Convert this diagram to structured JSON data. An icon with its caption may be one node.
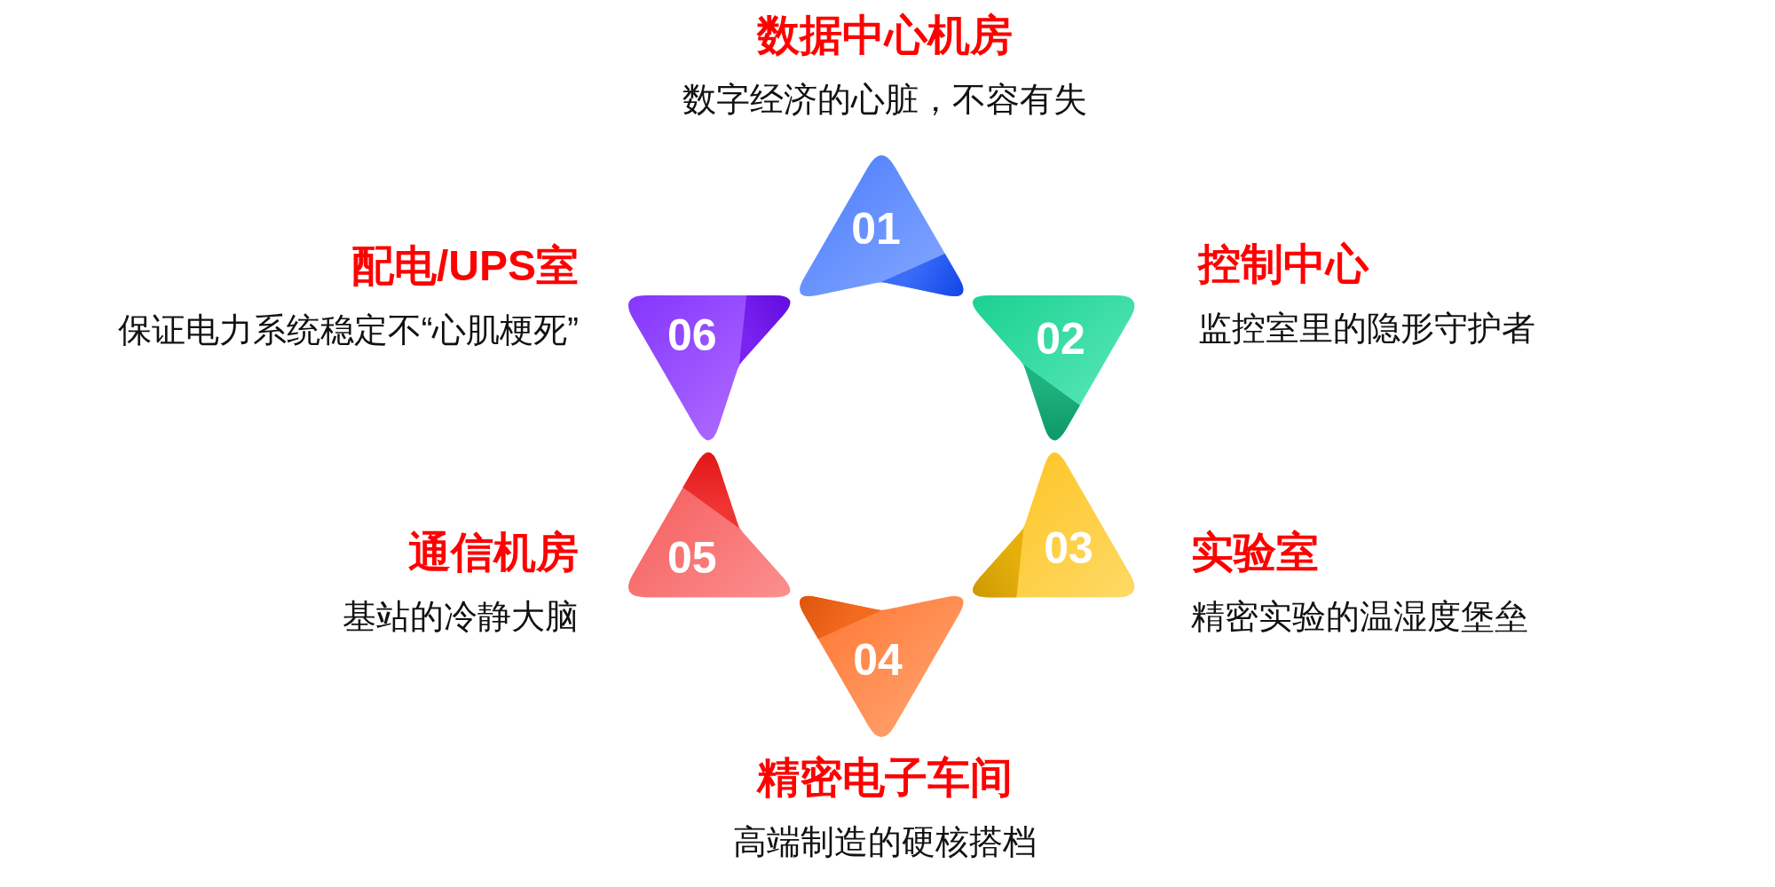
{
  "diagram": {
    "nodes": [
      {
        "text": [
          "01"
        ],
        "beside": [
          "数据中心机房",
          "数字经济的心脏，不容有失"
        ]
      },
      {
        "text": [
          "02"
        ],
        "beside": [
          "控制中心",
          "监控室里的隐形守护者"
        ]
      },
      {
        "text": [
          "03"
        ],
        "beside": [
          "实验室",
          "精密实验的温湿度堡垒"
        ]
      },
      {
        "text": [
          "04"
        ],
        "beside": [
          "精密电子车间",
          "高端制造的硬核搭档"
        ]
      },
      {
        "text": [
          "05"
        ],
        "beside": [
          "通信机房",
          "基站的冷静大脑"
        ]
      },
      {
        "text": [
          "06"
        ],
        "beside": [
          "配电/UPS室",
          "保证电力系统稳定不“心肌梗死”"
        ]
      }
    ]
  }
}
